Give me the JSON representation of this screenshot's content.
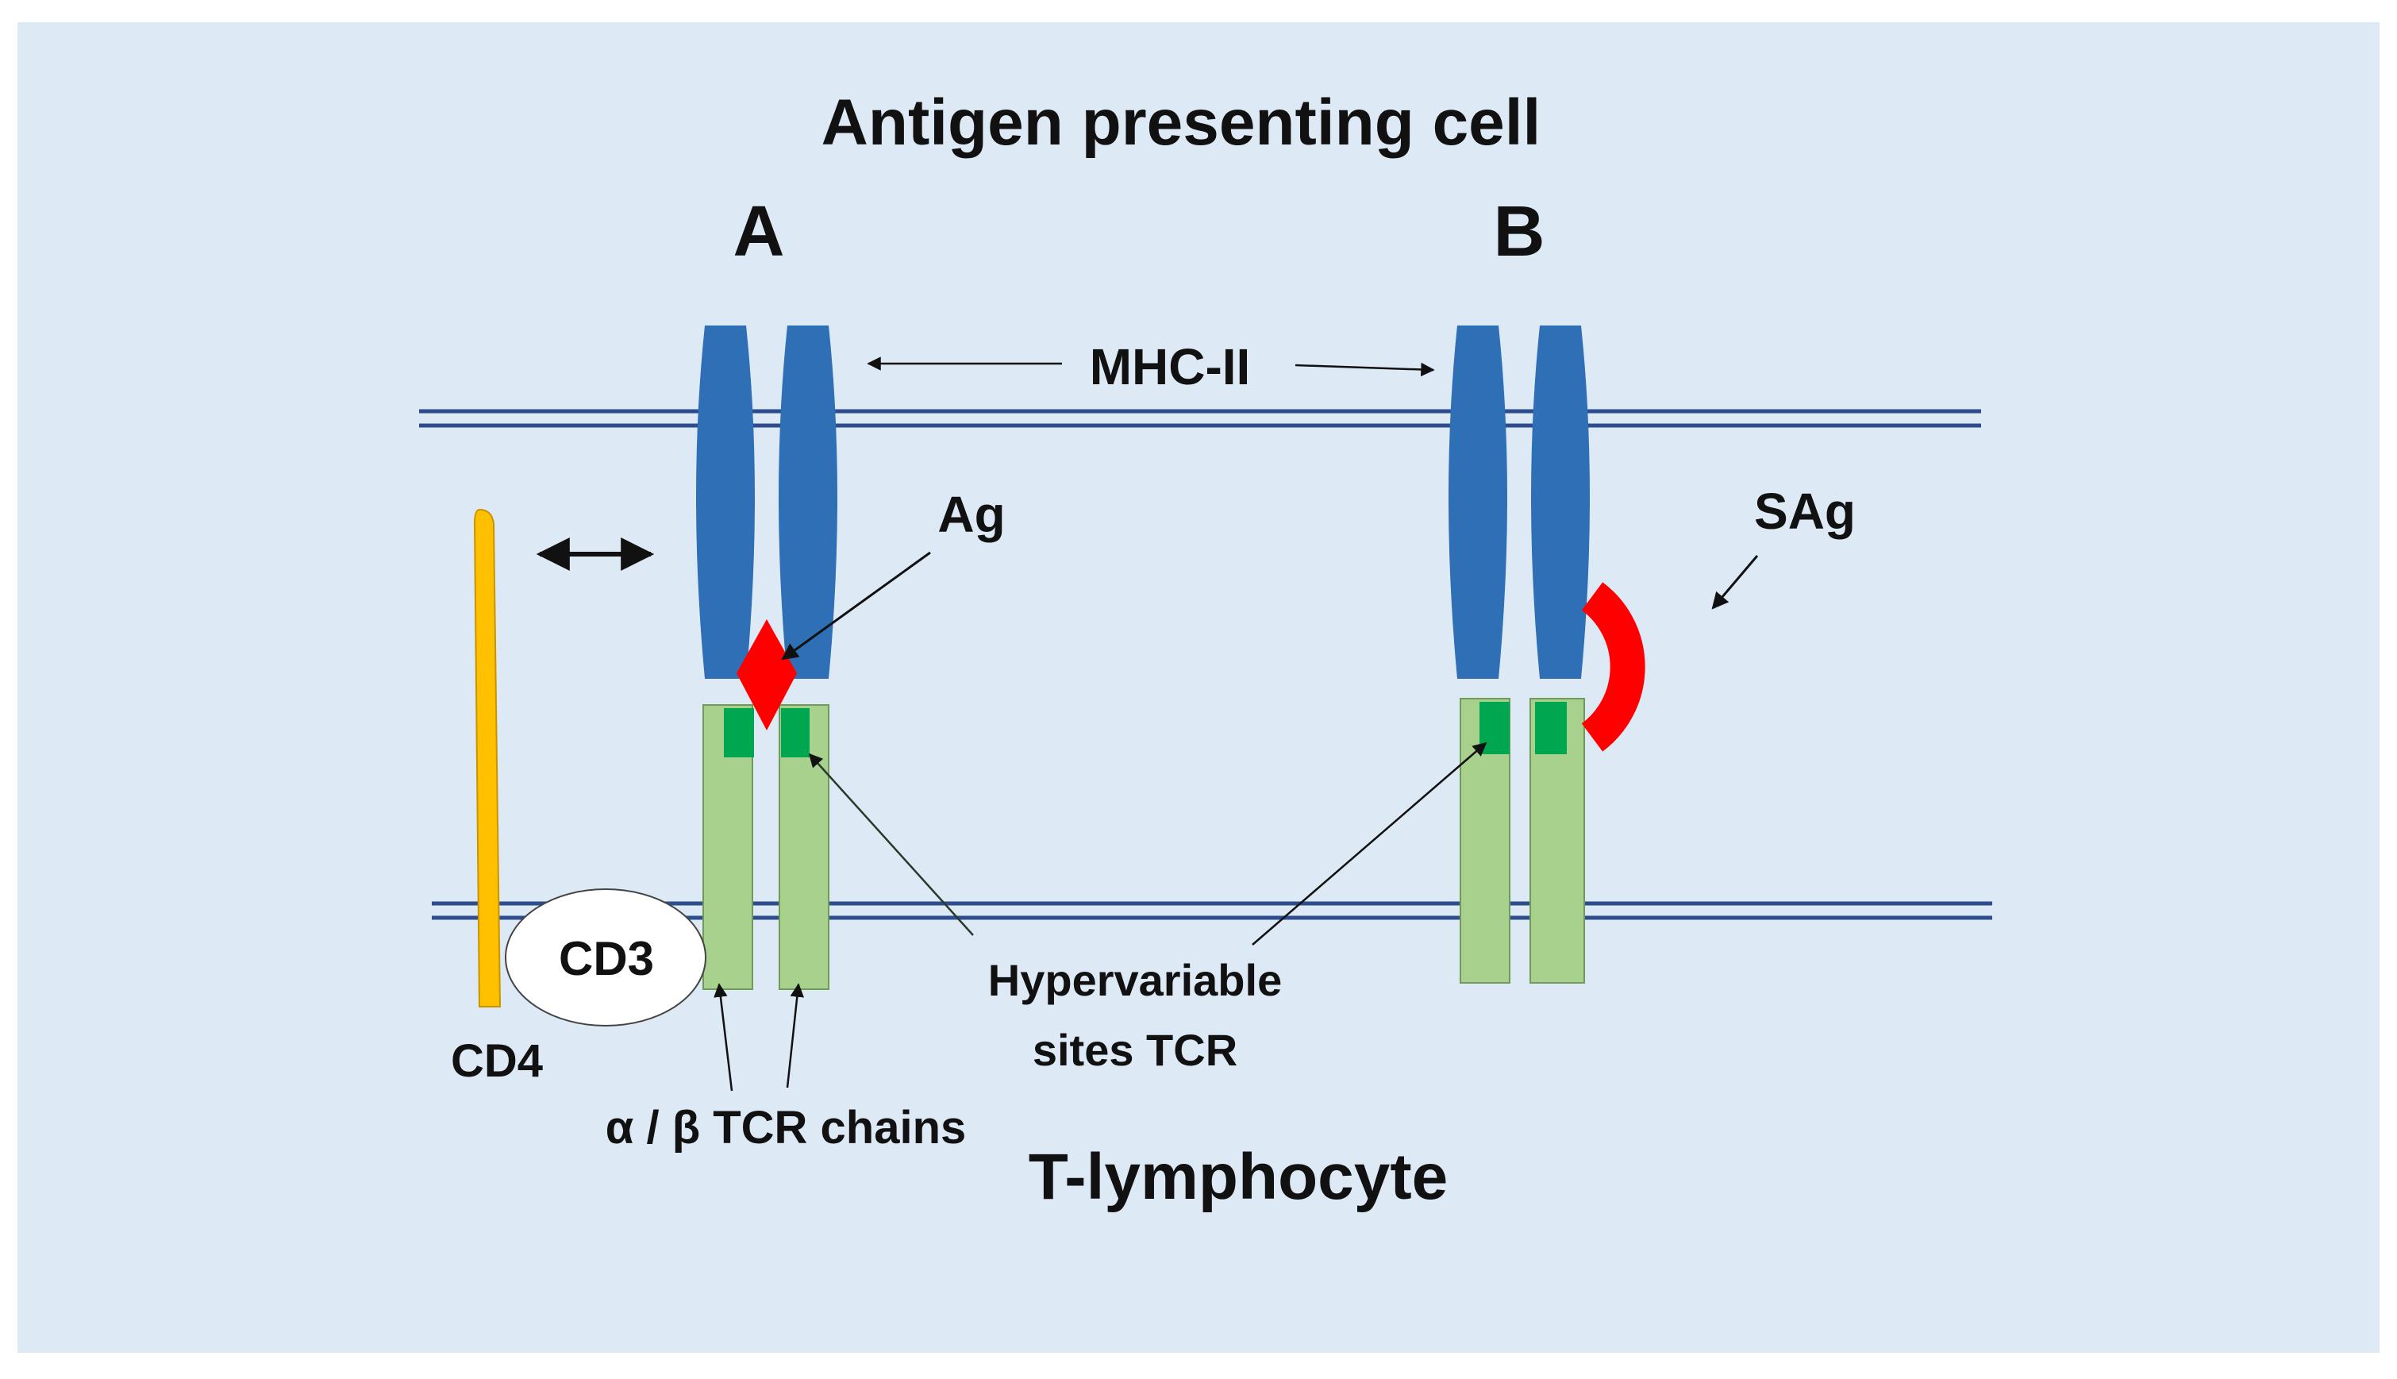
{
  "labels": {
    "title": "Antigen presenting cell",
    "panel_a": "A",
    "panel_b": "B",
    "mhc": "MHC-II",
    "ag": "Ag",
    "sag": "SAg",
    "cd3": "CD3",
    "cd4": "CD4",
    "hypervariable_line1": "Hypervariable",
    "hypervariable_line2": "sites TCR",
    "tcr_chains": "α / β TCR chains",
    "t_cell": "T-lymphocyte"
  },
  "colors": {
    "background": "#dde9f5",
    "membrane": "#2e4d8f",
    "mhc": "#2e6fb5",
    "tcr_chain": "#a9d18e",
    "tcr_chain_border": "#6f9a5a",
    "hypervariable": "#00a650",
    "antigen": "#ff0000",
    "superantigen": "#ff0000",
    "cd4": "#ffc000",
    "cd4_border": "#c89400",
    "cd3_fill": "#ffffff",
    "arrow": "#111111"
  }
}
